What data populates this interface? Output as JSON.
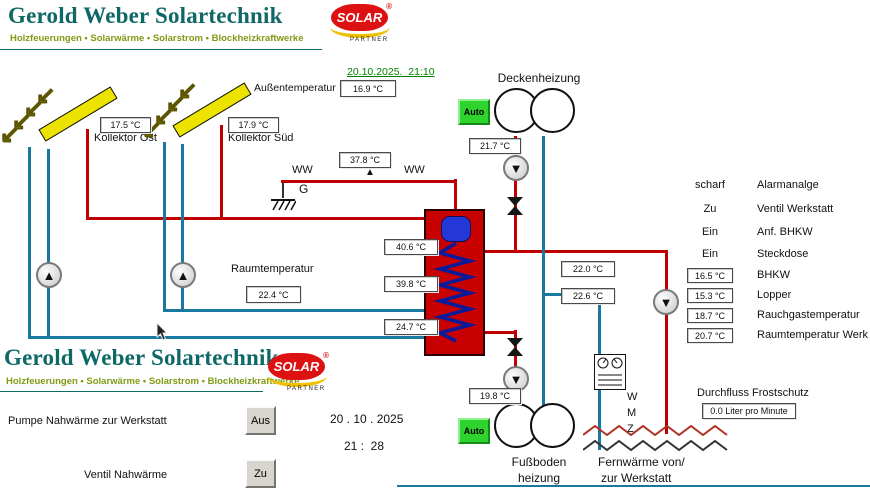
{
  "colors": {
    "brand_teal": "#0d6866",
    "brand_green": "#7f9b13",
    "logo_red": "#dd1111",
    "pipe_hot": "#c00000",
    "pipe_cold": "#1878a0",
    "button_green": "#2ed32e",
    "datetime_green": "#008200",
    "tank_red": "#c80000",
    "collector_yellow": "#ece400"
  },
  "brand": {
    "title": "Gerold Weber Solartechnik",
    "subtitle": "Holzfeuerungen • Solarwärme • Solarstrom • Blockheizkraftwerke",
    "logo_solar": "SOLAR",
    "logo_partner": "PARTNER",
    "logo_reg": "®"
  },
  "top": {
    "datetime": "20.10.2025.  21:10",
    "outdoor_label": "Außentemperatur",
    "outdoor_value": "16.9 °C"
  },
  "collectors": {
    "ost_label": "Kollektor Ost",
    "ost_value": "17.5 °C",
    "sued_label": "Kollektor Süd",
    "sued_value": "17.9 °C"
  },
  "deckenheizung": {
    "label": "Deckenheizung",
    "auto": "Auto",
    "temp": "21.7 °C"
  },
  "ww": {
    "left": "WW",
    "right": "WW",
    "g": "G",
    "temp": "37.8 °C"
  },
  "tank": {
    "t_top": "40.6 °C",
    "t_mid": "39.8 °C",
    "t_bot": "24.7 °C"
  },
  "room": {
    "label": "Raumtemperatur",
    "value": "22.4 °C"
  },
  "mid": {
    "t1": "22.0 °C",
    "t2": "22.6 °C"
  },
  "fussboden": {
    "auto": "Auto",
    "temp": "19.8 °C",
    "label_line1": "Fußboden",
    "label_line2": "heizung"
  },
  "fernwaerme": {
    "line1": "Fernwärme von/",
    "line2": "zur Werkstatt",
    "wmz": [
      "W",
      "M",
      "Z"
    ]
  },
  "status": {
    "rows": [
      {
        "state": "scharf",
        "label": "Alarmanalge"
      },
      {
        "state": "Zu",
        "label": "Ventil Werkstatt"
      },
      {
        "state": "Ein",
        "label": "Anf. BHKW"
      },
      {
        "state": "Ein",
        "label": "Steckdose"
      }
    ],
    "temps": [
      {
        "value": "16.5 °C",
        "label": "BHKW"
      },
      {
        "value": "15.3 °C",
        "label": "Lopper"
      },
      {
        "value": "18.7 °C",
        "label": "Rauchgastemperatur"
      },
      {
        "value": "20.7 °C",
        "label": "Raumtemperatur Werk"
      }
    ]
  },
  "frostschutz": {
    "label": "Durchfluss Frostschutz",
    "value": "0.0 Liter pro Minute"
  },
  "controls": {
    "pumpe_label": "Pumpe Nahwärme zur Werkstatt",
    "pumpe_button": "Aus",
    "ventil_label": "Ventil Nahwärme",
    "ventil_button": "Zu"
  },
  "bottom": {
    "date": "20 . 10 . 2025",
    "time": "21 :  28"
  }
}
